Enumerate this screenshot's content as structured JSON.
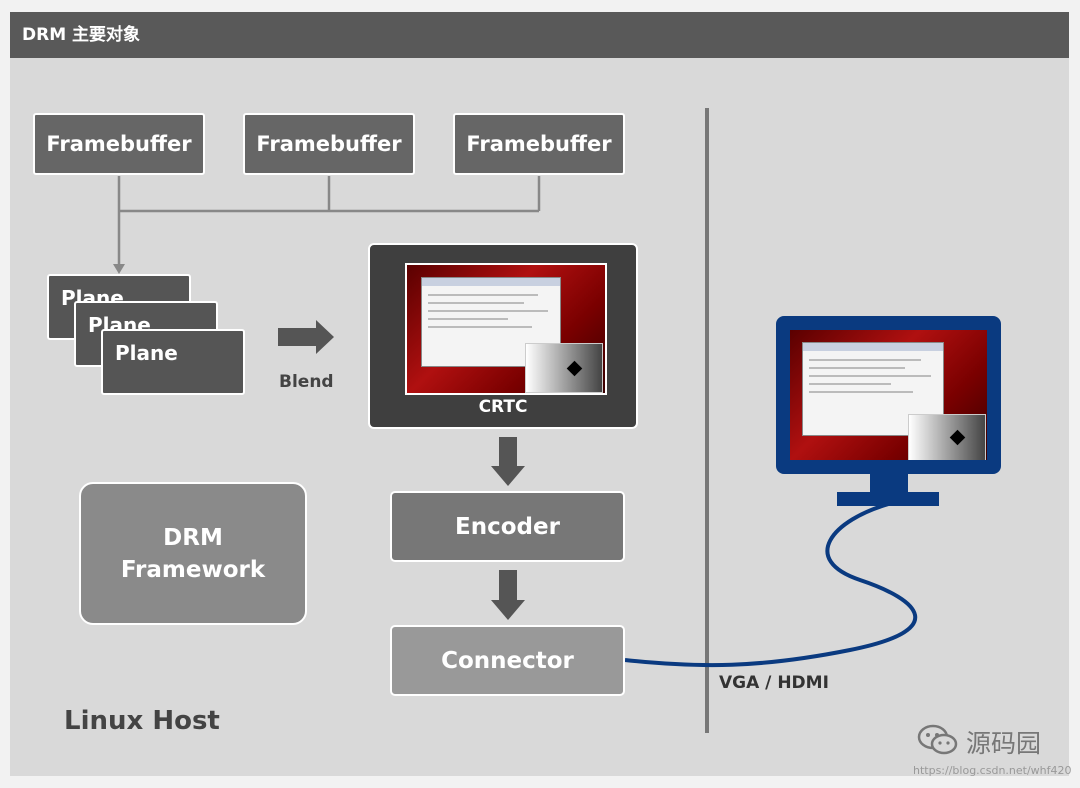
{
  "header": {
    "title": "DRM 主要对象"
  },
  "framebuffers": [
    "Framebuffer",
    "Framebuffer",
    "Framebuffer"
  ],
  "planes": [
    "Plane",
    "Plane",
    "Plane"
  ],
  "blend_label": "Blend",
  "crtc_label": "CRTC",
  "encoder_label": "Encoder",
  "connector_label": "Connector",
  "framework": {
    "line1": "DRM",
    "line2": "Framework"
  },
  "host_label": "Linux Host",
  "cable_label": "VGA / HDMI",
  "watermark": {
    "brand": "源码园",
    "url": "https://blog.csdn.net/whf420"
  },
  "colors": {
    "header": "#595959",
    "background": "#d9d9d9",
    "monitor": "#0a3a80",
    "cable": "#0a3a80"
  }
}
